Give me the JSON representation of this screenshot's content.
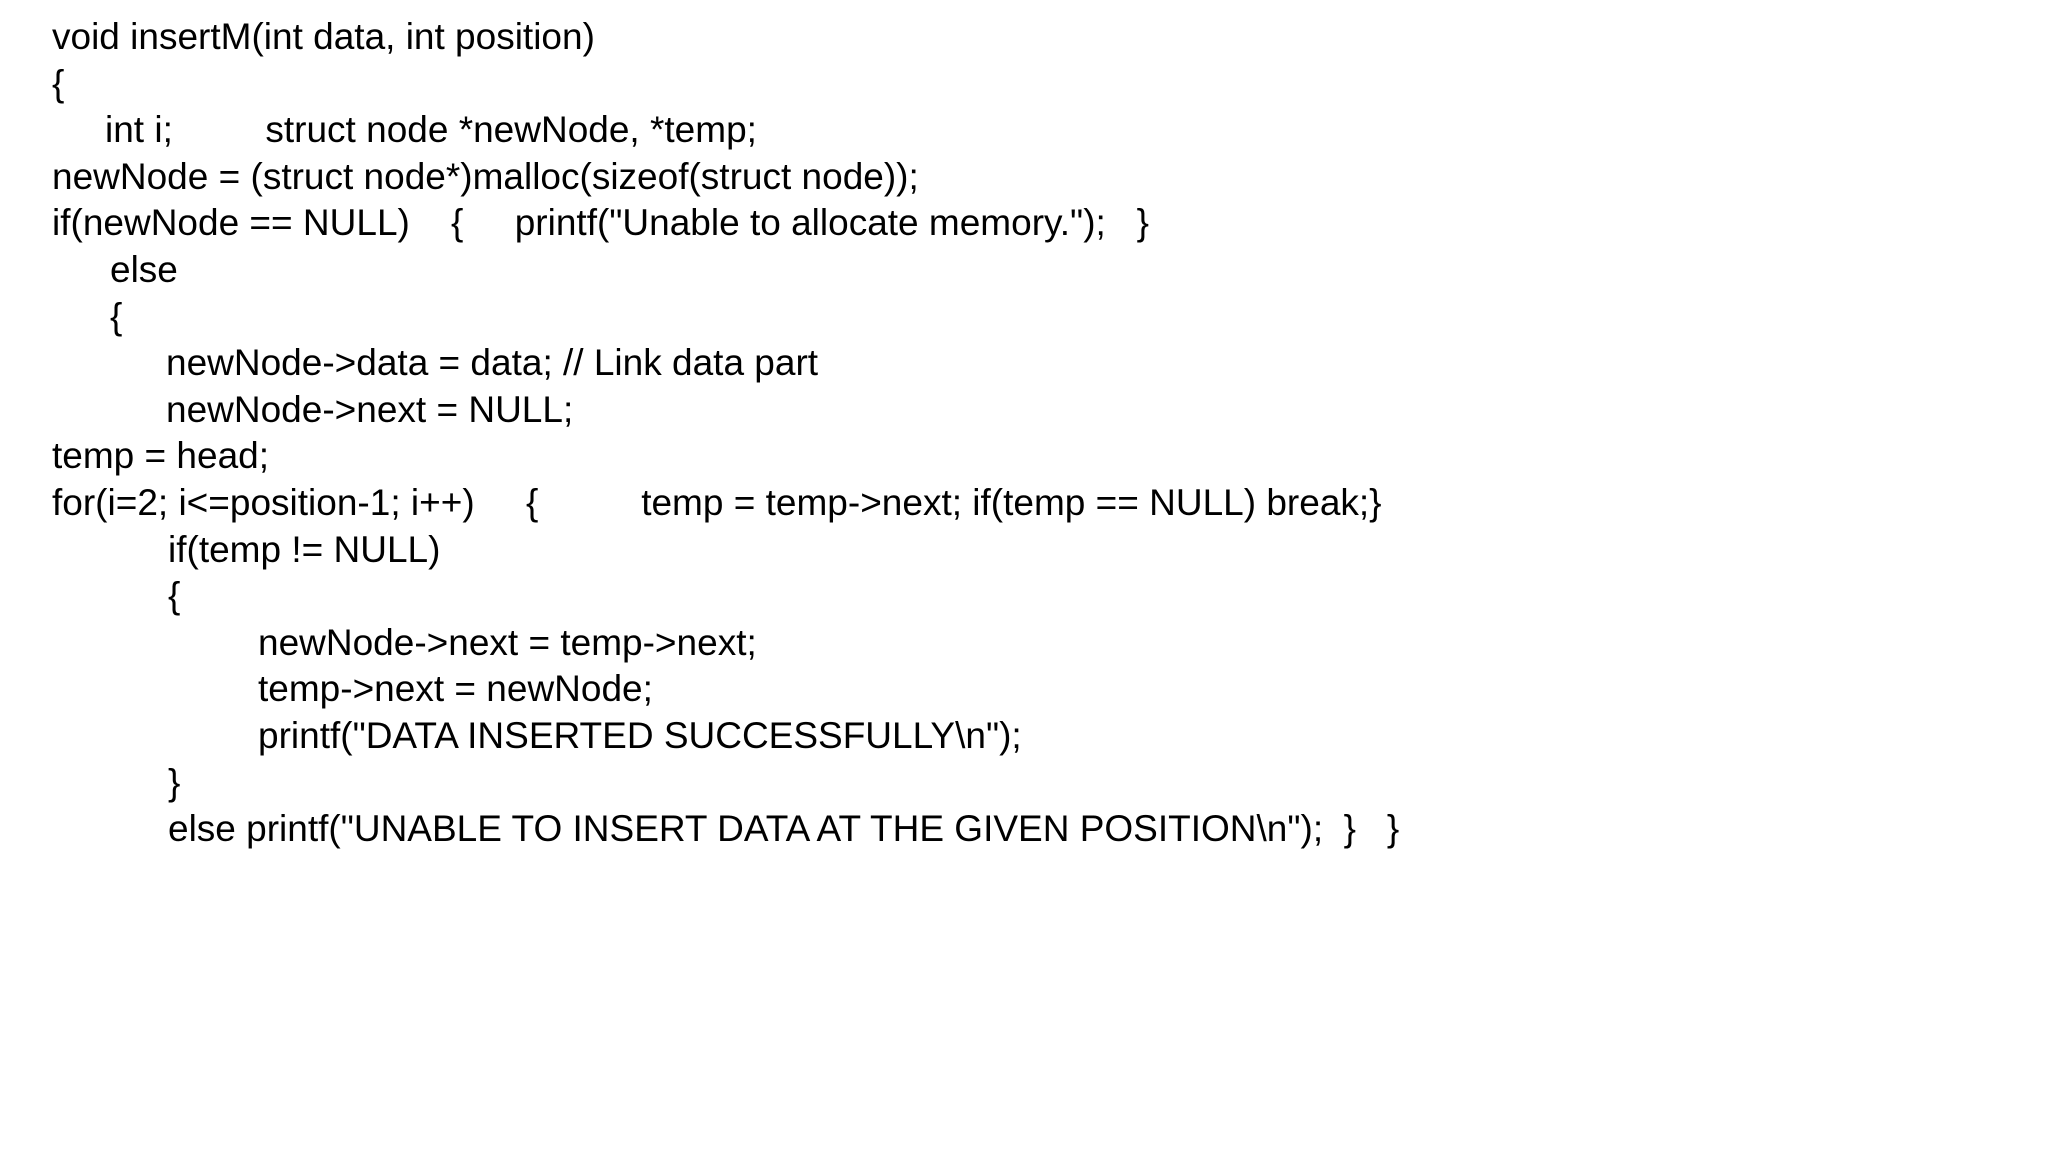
{
  "document": {
    "kind": "code-slide",
    "language": "C",
    "background_color": "#ffffff",
    "text_color": "#000000",
    "code_lines": [
      {
        "indent": 0,
        "text": "void insertM(int data, int position)"
      },
      {
        "indent": 0,
        "text": "{"
      },
      {
        "indent": 1,
        "text": "int i;         struct node *newNode, *temp;"
      },
      {
        "indent": 0,
        "text": "newNode = (struct node*)malloc(sizeof(struct node));"
      },
      {
        "indent": 0,
        "text": "if(newNode == NULL)    {     printf(\"Unable to allocate memory.\");   }"
      },
      {
        "indent": 2,
        "text": "else"
      },
      {
        "indent": 2,
        "text": "{"
      },
      {
        "indent": 3,
        "text": "newNode->data = data; // Link data part"
      },
      {
        "indent": 3,
        "text": "newNode->next = NULL;"
      },
      {
        "indent": 0,
        "text": "temp = head;"
      },
      {
        "indent": 0,
        "text": "for(i=2; i<=position-1; i++)     {          temp = temp->next; if(temp == NULL) break;}"
      },
      {
        "indent": 4,
        "text": "if(temp != NULL)"
      },
      {
        "indent": 4,
        "text": "{"
      },
      {
        "indent": 5,
        "text": "newNode->next = temp->next;"
      },
      {
        "indent": 5,
        "text": "temp->next = newNode;"
      },
      {
        "indent": 5,
        "text": "printf(\"DATA INSERTED SUCCESSFULLY\\n\");"
      },
      {
        "indent": 4,
        "text": "}"
      },
      {
        "indent": 4,
        "text": "else printf(\"UNABLE TO INSERT DATA AT THE GIVEN POSITION\\n\");  }   }"
      }
    ]
  }
}
